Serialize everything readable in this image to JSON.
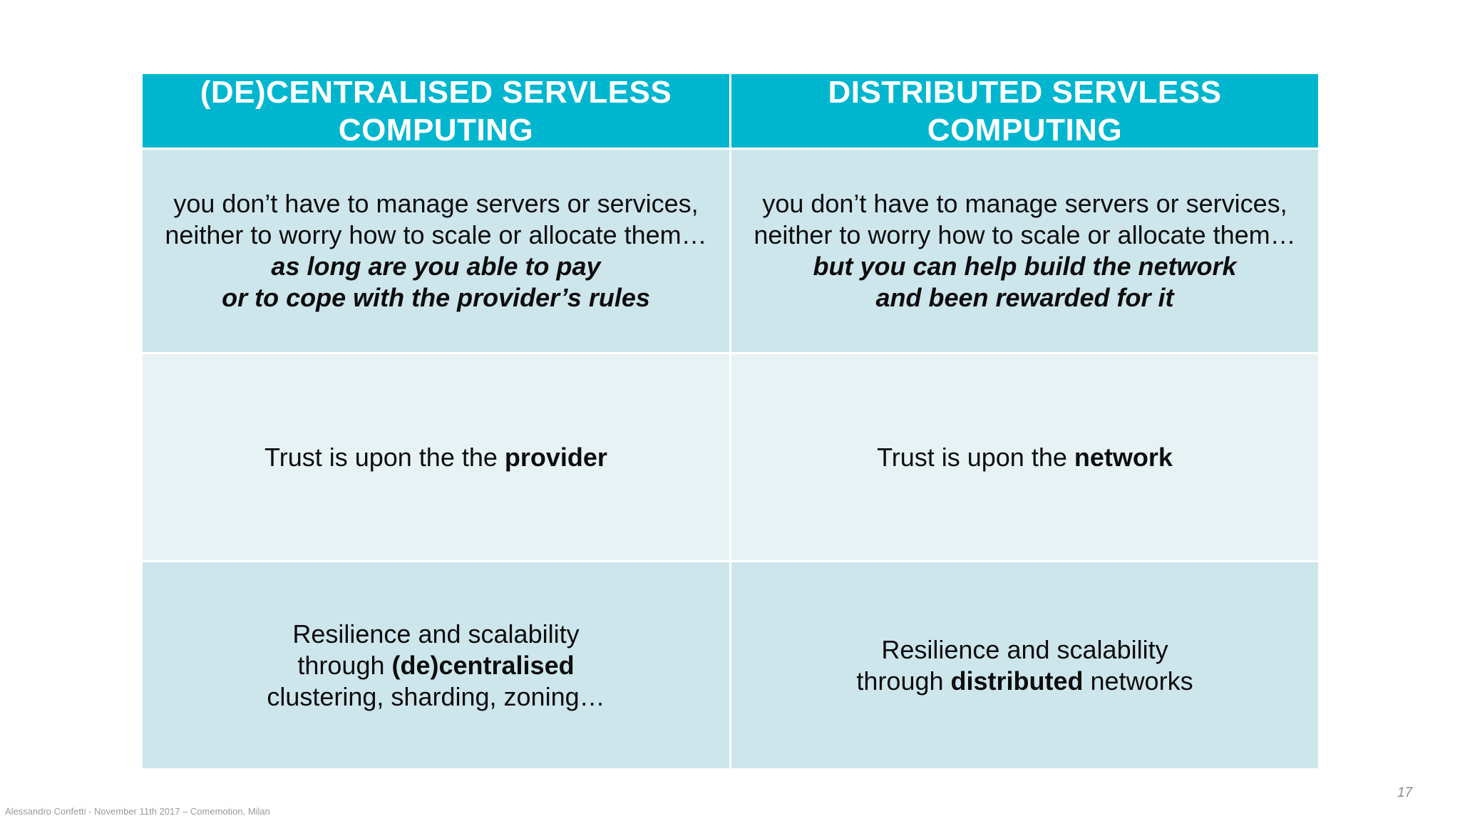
{
  "table": {
    "headers": [
      "(DE)CENTRALISED   SERVLESS\nCOMPUTING",
      "DISTRIBUTED  SERVLESS\nCOMPUTING"
    ],
    "row1": {
      "left": {
        "line1": "you don’t have to manage servers or services,",
        "line2": "neither to worry how to scale or allocate them…",
        "line3": "as long are you able to pay",
        "line4": "or to cope with the provider’s rules"
      },
      "right": {
        "line1": "you don’t have to manage servers or services,",
        "line2": "neither to worry how to scale or allocate them…",
        "line3": "but you can help build the network",
        "line4": "and been rewarded for it"
      }
    },
    "row2": {
      "left": {
        "prefix": "Trust is upon the the ",
        "bold": "provider"
      },
      "right": {
        "prefix": "Trust is upon the ",
        "bold": "network"
      }
    },
    "row3": {
      "left": {
        "line1": "Resilience and scalability",
        "line2_prefix": "through ",
        "line2_bold": "(de)centralised",
        "line3": "clustering, sharding, zoning…"
      },
      "right": {
        "line1": "Resilience and scalability",
        "line2_prefix": "through ",
        "line2_bold": "distributed",
        "line2_suffix": " networks"
      }
    }
  },
  "footer": {
    "credit": "Alessandro Confetti - November 11th 2017 – Comemotion, Milan",
    "page_number": "17"
  },
  "colors": {
    "header_bg": "#00b6cf",
    "row_dark_bg": "#cde6ec",
    "row_light_bg": "#e7f2f4"
  }
}
